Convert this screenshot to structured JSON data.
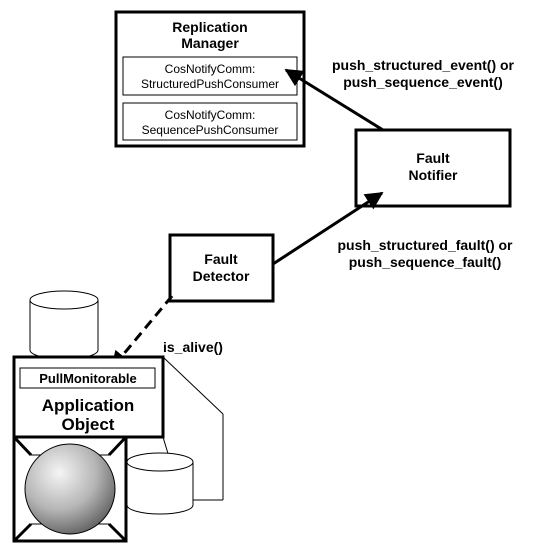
{
  "replication_manager": {
    "title_line1": "Replication",
    "title_line2": "Manager",
    "structured_consumer": {
      "line1": "CosNotifyComm:",
      "line2": "StructuredPushConsumer"
    },
    "sequence_consumer": {
      "line1": "CosNotifyComm:",
      "line2": "SequencePushConsumer"
    }
  },
  "fault_notifier": {
    "line1": "Fault",
    "line2": "Notifier"
  },
  "fault_detector": {
    "line1": "Fault",
    "line2": "Detector"
  },
  "application_object": {
    "interface_label": "PullMonitorable",
    "line1": "Application",
    "line2": "Object"
  },
  "arrow_labels": {
    "push_event_line1": "push_structured_event() or",
    "push_event_line2": "push_sequence_event()",
    "push_fault_line1": "push_structured_fault() or",
    "push_fault_line2": "push_sequence_fault()",
    "is_alive": "is_alive()"
  },
  "colors": {
    "stroke": "#000000",
    "background": "#ffffff",
    "sphere_light": "#f2f2f2",
    "sphere_dark": "#6e6e6e"
  }
}
